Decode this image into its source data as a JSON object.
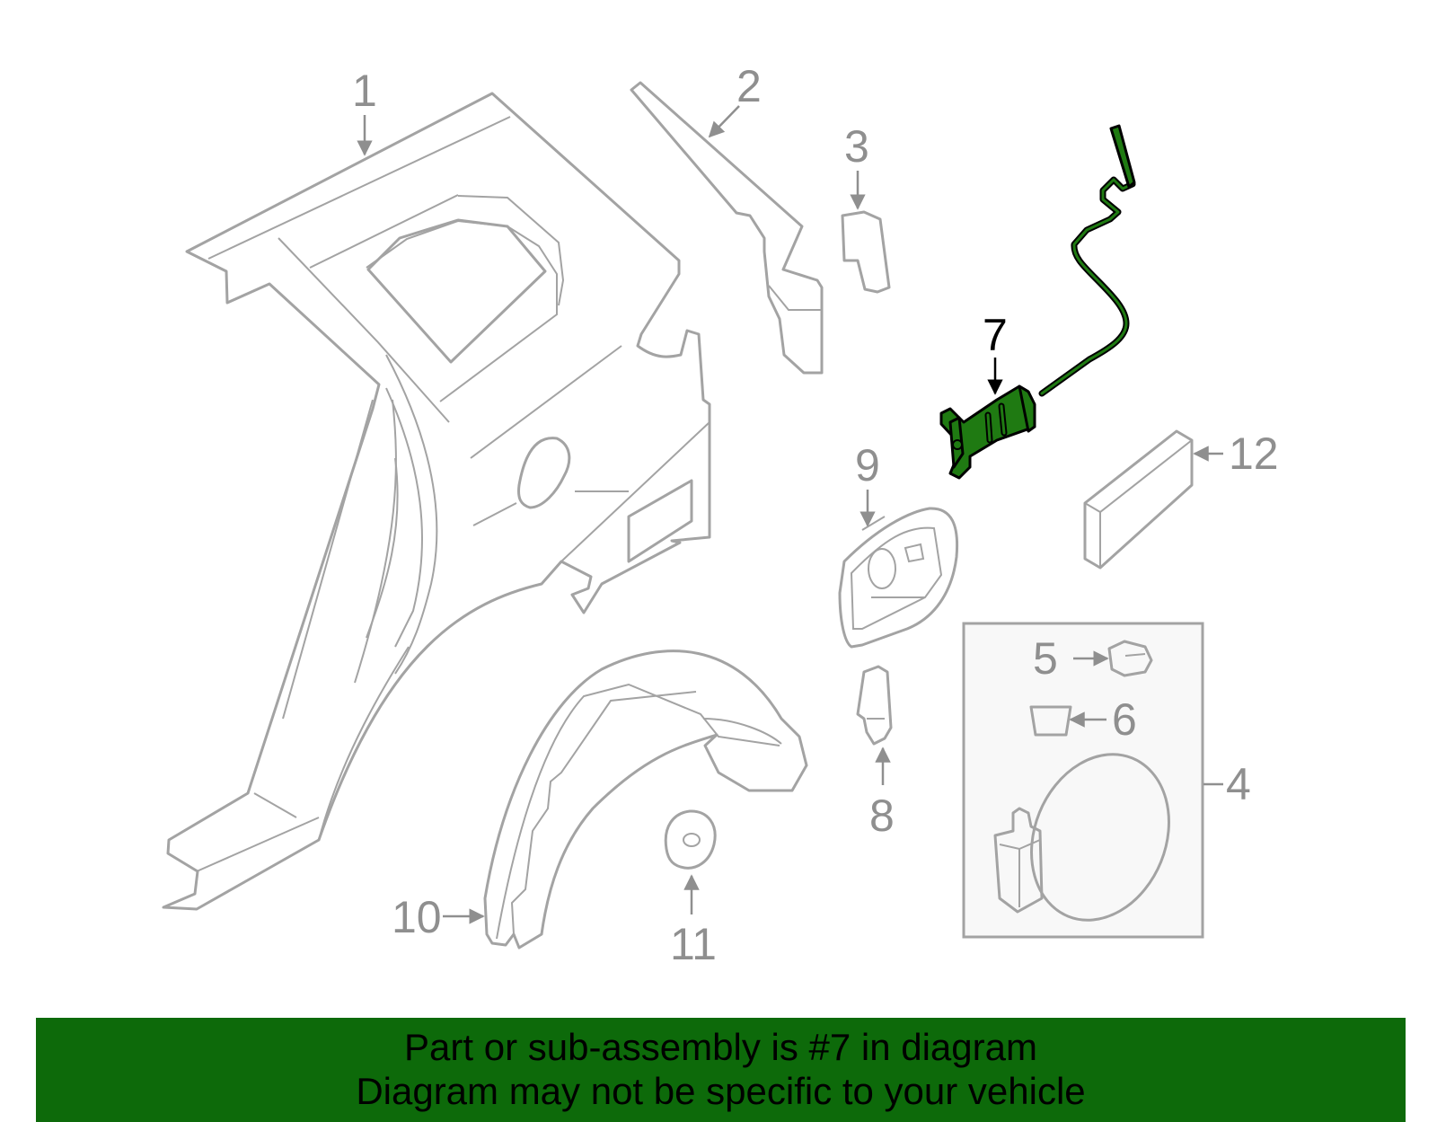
{
  "callouts": {
    "c1": "1",
    "c2": "2",
    "c3": "3",
    "c4": "4",
    "c5": "5",
    "c6": "6",
    "c7": "7",
    "c8": "8",
    "c9": "9",
    "c10": "10",
    "c11": "11",
    "c12": "12"
  },
  "highlight_color": "#1f7a12",
  "banner": {
    "line1": "Part or sub-assembly is #7 in diagram",
    "line2": "Diagram may not be specific to your vehicle",
    "background": "#0d6a0a"
  }
}
